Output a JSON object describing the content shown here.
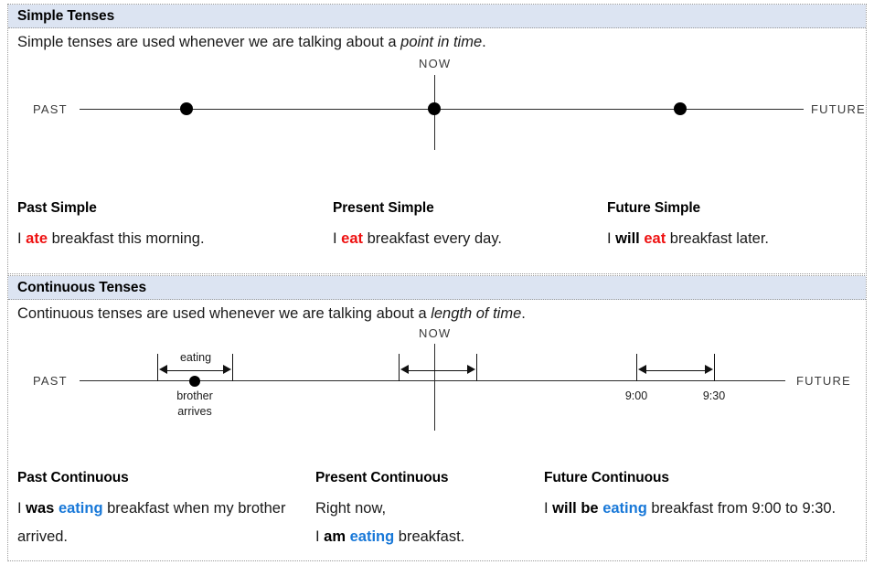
{
  "sections": [
    {
      "title": "Simple Tenses",
      "intro_before": "Simple tenses are used whenever we are talking about a ",
      "intro_italic": "point in time",
      "intro_after": ".",
      "timeline": {
        "past_label": "PAST",
        "future_label": "FUTURE",
        "now_label": "NOW",
        "markers": [
          "past-point",
          "now-point",
          "future-point"
        ]
      },
      "columns": [
        {
          "heading": "Past Simple",
          "parts": [
            {
              "text": "I ",
              "style": "plain"
            },
            {
              "text": "ate",
              "style": "red"
            },
            {
              "text": " breakfast this morning.",
              "style": "plain"
            }
          ]
        },
        {
          "heading": "Present Simple",
          "parts": [
            {
              "text": "I ",
              "style": "plain"
            },
            {
              "text": "eat",
              "style": "red"
            },
            {
              "text": " breakfast every day.",
              "style": "plain"
            }
          ]
        },
        {
          "heading": "Future Simple",
          "parts": [
            {
              "text": "I ",
              "style": "plain"
            },
            {
              "text": "will ",
              "style": "bold"
            },
            {
              "text": "eat",
              "style": "red"
            },
            {
              "text": " breakfast later.",
              "style": "plain"
            }
          ]
        }
      ]
    },
    {
      "title": "Continuous Tenses",
      "intro_before": "Continuous tenses are used whenever we are talking about a ",
      "intro_italic": "length of time",
      "intro_after": ".",
      "timeline": {
        "past_label": "PAST",
        "future_label": "FUTURE",
        "now_label": "NOW",
        "span_label": "eating",
        "event_label_line1": "brother",
        "event_label_line2": "arrives",
        "future_start_label": "9:00",
        "future_end_label": "9:30"
      },
      "columns": [
        {
          "heading": "Past Continuous",
          "parts": [
            {
              "text": "I ",
              "style": "plain"
            },
            {
              "text": "was ",
              "style": "bold"
            },
            {
              "text": "eating",
              "style": "blue"
            },
            {
              "text": " breakfast when my brother arrived.",
              "style": "plain"
            }
          ]
        },
        {
          "heading": "Present Continuous",
          "parts": [
            {
              "text": "Right now,",
              "style": "plain"
            },
            {
              "text": "\n",
              "style": "break"
            },
            {
              "text": "I ",
              "style": "plain"
            },
            {
              "text": "am ",
              "style": "bold"
            },
            {
              "text": "eating",
              "style": "blue"
            },
            {
              "text": " breakfast.",
              "style": "plain"
            }
          ]
        },
        {
          "heading": "Future Continuous",
          "parts": [
            {
              "text": "I ",
              "style": "plain"
            },
            {
              "text": "will be ",
              "style": "bold"
            },
            {
              "text": "eating",
              "style": "blue"
            },
            {
              "text": " breakfast from 9:00 to 9:30.",
              "style": "plain"
            }
          ]
        }
      ]
    }
  ],
  "colors": {
    "band": "#dce4f2",
    "accent_red": "#ee1111",
    "accent_blue": "#1878d8",
    "ink": "#1a1a1a",
    "border": "#9a9a9a"
  }
}
